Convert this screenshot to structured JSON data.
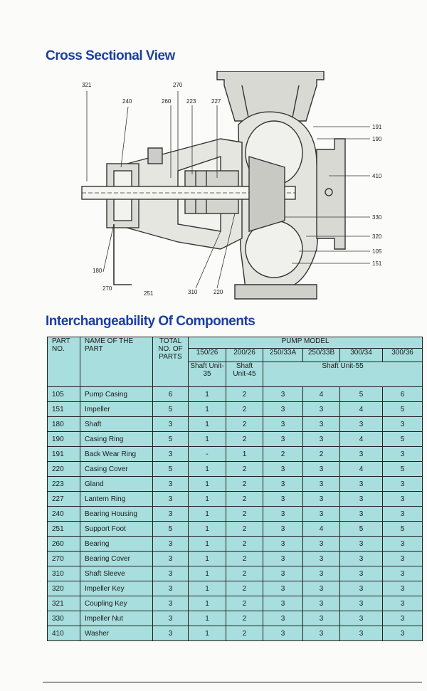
{
  "section_titles": {
    "cross_section": "Cross Sectional View",
    "interchangeability": "Interchangeability Of Components"
  },
  "drawing_labels": {
    "top": [
      "321",
      "240",
      "270",
      "260",
      "223",
      "227"
    ],
    "right": [
      "191",
      "190",
      "410",
      "330",
      "320",
      "105",
      "151"
    ],
    "bottom": [
      "180",
      "270",
      "251",
      "310",
      "220"
    ]
  },
  "table": {
    "headers": {
      "part_no": "PART NO.",
      "name": "NAME OF THE PART",
      "total": "TOTAL NO. OF PARTS",
      "pump_model": "PUMP MODEL",
      "models": [
        "150/26",
        "200/26",
        "250/33A",
        "250/33B",
        "300/34",
        "300/36"
      ],
      "shaft_units": [
        "Shaft Unit-35",
        "Shaft Unit-45",
        "Shaft Unit-55"
      ]
    },
    "rows": [
      [
        "105",
        "Pump Casing",
        "6",
        "1",
        "2",
        "3",
        "4",
        "5",
        "6"
      ],
      [
        "151",
        "Impeller",
        "5",
        "1",
        "2",
        "3",
        "3",
        "4",
        "5"
      ],
      [
        "180",
        "Shaft",
        "3",
        "1",
        "2",
        "3",
        "3",
        "3",
        "3"
      ],
      [
        "190",
        "Casing Ring",
        "5",
        "1",
        "2",
        "3",
        "3",
        "4",
        "5"
      ],
      [
        "191",
        "Back Wear Ring",
        "3",
        "-",
        "1",
        "2",
        "2",
        "3",
        "3"
      ],
      [
        "220",
        "Casing Cover",
        "5",
        "1",
        "2",
        "3",
        "3",
        "4",
        "5"
      ],
      [
        "223",
        "Gland",
        "3",
        "1",
        "2",
        "3",
        "3",
        "3",
        "3"
      ],
      [
        "227",
        "Lantern Ring",
        "3",
        "1",
        "2",
        "3",
        "3",
        "3",
        "3"
      ],
      [
        "240",
        "Bearing Housing",
        "3",
        "1",
        "2",
        "3",
        "3",
        "3",
        "3"
      ],
      [
        "251",
        "Support Foot",
        "5",
        "1",
        "2",
        "3",
        "4",
        "5",
        "5"
      ],
      [
        "260",
        "Bearing",
        "3",
        "1",
        "2",
        "3",
        "3",
        "3",
        "3"
      ],
      [
        "270",
        "Bearing Cover",
        "3",
        "1",
        "2",
        "3",
        "3",
        "3",
        "3"
      ],
      [
        "310",
        "Shaft Sleeve",
        "3",
        "1",
        "2",
        "3",
        "3",
        "3",
        "3"
      ],
      [
        "320",
        "Impeller Key",
        "3",
        "1",
        "2",
        "3",
        "3",
        "3",
        "3"
      ],
      [
        "321",
        "Coupling Key",
        "3",
        "1",
        "2",
        "3",
        "3",
        "3",
        "3"
      ],
      [
        "330",
        "Impeller Nut",
        "3",
        "1",
        "2",
        "3",
        "3",
        "3",
        "3"
      ],
      [
        "410",
        "Washer",
        "3",
        "1",
        "2",
        "3",
        "3",
        "3",
        "3"
      ]
    ]
  }
}
